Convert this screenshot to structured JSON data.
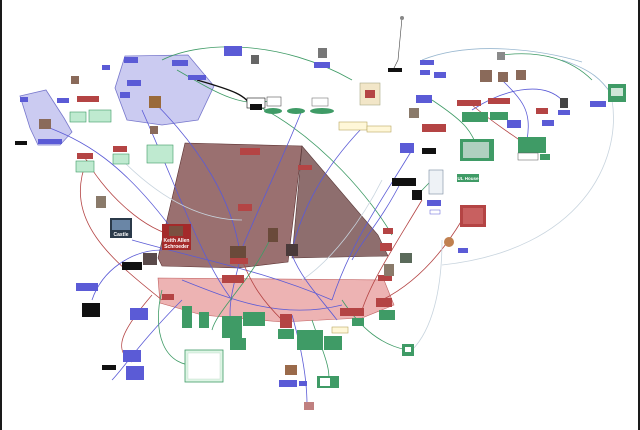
{
  "node_labels": {
    "person_main_line1": "Keith Allen",
    "person_main_line2": "Schroeder",
    "castle": "Castle",
    "ul_house": "UL House"
  },
  "colors": {
    "background": "#ffffff",
    "blue_box": "#5b5bd6",
    "red_box": "#b44444",
    "green_box": "#3f9b66",
    "dark_box": "#111111",
    "purple_region": "#b9b9ec",
    "brown_region": "#7e4848",
    "pink_region": "#e48a8a"
  }
}
